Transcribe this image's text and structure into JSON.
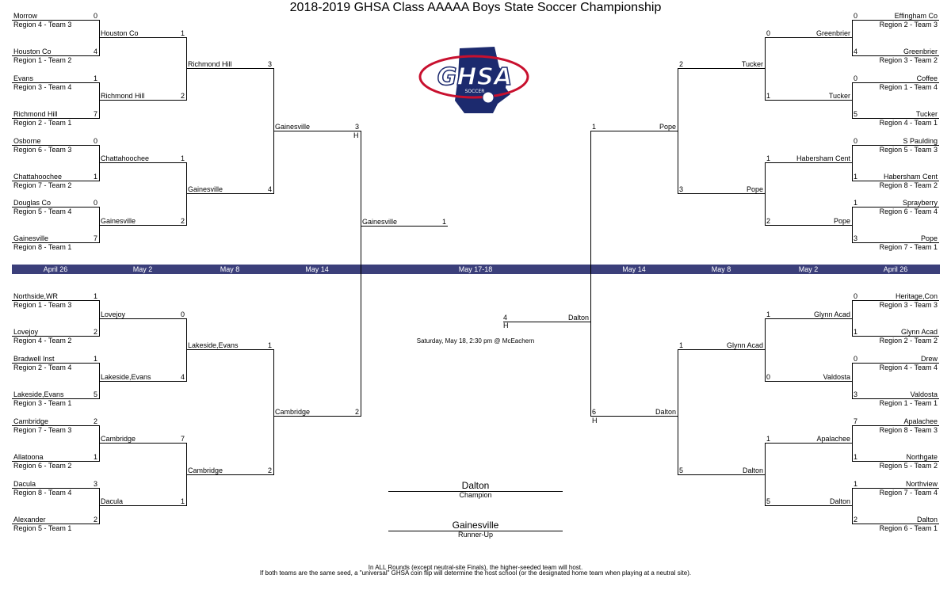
{
  "title": "2018-2019 GHSA Class AAAAA Boys State Soccer Championship",
  "logo": {
    "text": "GHSA",
    "subtext": "SOCCER"
  },
  "dates": [
    "April 26",
    "May 2",
    "May 8",
    "May 14",
    "May 17-18",
    "May 14",
    "May 8",
    "May 2",
    "April 26"
  ],
  "r1": {
    "left": [
      {
        "name": "Morrow",
        "seed": "Region 4 - Team 3",
        "score": "0"
      },
      {
        "name": "Houston Co",
        "seed": "Region 1 - Team 2",
        "score": "4"
      },
      {
        "name": "Evans",
        "seed": "Region 3 - Team 4",
        "score": "1"
      },
      {
        "name": "Richmond Hill",
        "seed": "Region 2 - Team 1",
        "score": "7"
      },
      {
        "name": "Osborne",
        "seed": "Region 6 - Team 3",
        "score": "0"
      },
      {
        "name": "Chattahoochee",
        "seed": "Region 7 - Team 2",
        "score": "1"
      },
      {
        "name": "Douglas Co",
        "seed": "Region 5 - Team 4",
        "score": "0"
      },
      {
        "name": "Gainesville",
        "seed": "Region 8 - Team 1",
        "score": "7"
      },
      {
        "name": "Northside,WR",
        "seed": "Region 1 - Team 3",
        "score": "1"
      },
      {
        "name": "Lovejoy",
        "seed": "Region 4 - Team 2",
        "score": "2"
      },
      {
        "name": "Bradwell Inst",
        "seed": "Region 2 - Team 4",
        "score": "1"
      },
      {
        "name": "Lakeside,Evans",
        "seed": "Region 3 - Team 1",
        "score": "5"
      },
      {
        "name": "Cambridge",
        "seed": "Region 7 - Team 3",
        "score": "2"
      },
      {
        "name": "Allatoona",
        "seed": "Region 6 - Team 2",
        "score": "1"
      },
      {
        "name": "Dacula",
        "seed": "Region 8 - Team 4",
        "score": "3"
      },
      {
        "name": "Alexander",
        "seed": "Region 5 - Team 1",
        "score": "2"
      }
    ],
    "right": [
      {
        "name": "Effingham Co",
        "seed": "Region 2 - Team 3",
        "score": "0"
      },
      {
        "name": "Greenbrier",
        "seed": "Region 3 - Team 2",
        "score": "4"
      },
      {
        "name": "Coffee",
        "seed": "Region 1 - Team 4",
        "score": "0"
      },
      {
        "name": "Tucker",
        "seed": "Region 4 - Team 1",
        "score": "5"
      },
      {
        "name": "S Paulding",
        "seed": "Region 5 - Team 3",
        "score": "0"
      },
      {
        "name": "Habersham Cent",
        "seed": "Region 8 - Team 2",
        "score": "1"
      },
      {
        "name": "Sprayberry",
        "seed": "Region 6 - Team 4",
        "score": "1"
      },
      {
        "name": "Pope",
        "seed": "Region 7 - Team 1",
        "score": "3"
      },
      {
        "name": "Heritage,Con",
        "seed": "Region 3 - Team 3",
        "score": "0"
      },
      {
        "name": "Glynn Acad",
        "seed": "Region 2 - Team 2",
        "score": "1"
      },
      {
        "name": "Drew",
        "seed": "Region 4 - Team 4",
        "score": "0"
      },
      {
        "name": "Valdosta",
        "seed": "Region 1 - Team 1",
        "score": "3"
      },
      {
        "name": "Apalachee",
        "seed": "Region 8 - Team 3",
        "score": "7"
      },
      {
        "name": "Northgate",
        "seed": "Region 5 - Team 2",
        "score": "1"
      },
      {
        "name": "Northview",
        "seed": "Region 7 - Team 4",
        "score": "1"
      },
      {
        "name": "Dalton",
        "seed": "Region 6 - Team 1",
        "score": "2"
      }
    ]
  },
  "r2": {
    "left": [
      {
        "name": "Houston Co",
        "score": "1"
      },
      {
        "name": "Richmond Hill",
        "score": "2"
      },
      {
        "name": "Chattahoochee",
        "score": "1"
      },
      {
        "name": "Gainesville",
        "score": "2"
      },
      {
        "name": "Lovejoy",
        "score": "0"
      },
      {
        "name": "Lakeside,Evans",
        "score": "4"
      },
      {
        "name": "Cambridge",
        "score": "7"
      },
      {
        "name": "Dacula",
        "score": "1"
      }
    ],
    "right": [
      {
        "name": "Greenbrier",
        "score": "0"
      },
      {
        "name": "Tucker",
        "score": "1"
      },
      {
        "name": "Habersham Cent",
        "score": "1"
      },
      {
        "name": "Pope",
        "score": "2"
      },
      {
        "name": "Glynn Acad",
        "score": "1"
      },
      {
        "name": "Valdosta",
        "score": "0"
      },
      {
        "name": "Apalachee",
        "score": "1"
      },
      {
        "name": "Dalton",
        "score": "5"
      }
    ]
  },
  "r3": {
    "left": [
      {
        "name": "Richmond Hill",
        "score": "3"
      },
      {
        "name": "Gainesville",
        "score": "4"
      },
      {
        "name": "Lakeside,Evans",
        "score": "1"
      },
      {
        "name": "Cambridge",
        "score": "2"
      }
    ],
    "right": [
      {
        "name": "Tucker",
        "score": "2"
      },
      {
        "name": "Pope",
        "score": "3"
      },
      {
        "name": "Glynn Acad",
        "score": "1"
      },
      {
        "name": "Dalton",
        "score": "5"
      }
    ]
  },
  "r4": {
    "left": [
      {
        "name": "Gainesville",
        "score": "3",
        "host": "H"
      },
      {
        "name": "Cambridge",
        "score": "2",
        "host": ""
      }
    ],
    "right": [
      {
        "name": "Pope",
        "score": "1",
        "host": ""
      },
      {
        "name": "Dalton",
        "score": "6",
        "host": "H"
      }
    ]
  },
  "final": {
    "left": {
      "name": "Gainesville",
      "score": "1"
    },
    "right": {
      "name": "Dalton",
      "score": "4",
      "host": "H"
    },
    "info": "Saturday, May 18, 2:30 pm @ McEachern"
  },
  "champion": {
    "name": "Dalton",
    "label": "Champion"
  },
  "runnerup": {
    "name": "Gainesville",
    "label": "Runner-Up"
  },
  "footnote1": "In ALL Rounds (except neutral-site Finals), the higher-seeded team will host.",
  "footnote2": "If both teams are the same seed, a \"universal\" GHSA coin flip will determine the host school (or the designated home team when playing at a neutral site).",
  "colors": {
    "band": "#3b3f7a",
    "logo_blue": "#1c2a6e",
    "logo_red": "#c8102e"
  }
}
